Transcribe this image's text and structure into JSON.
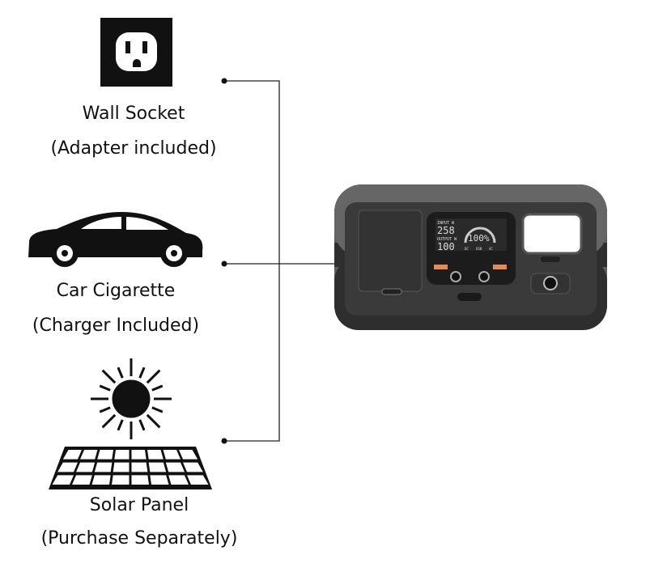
{
  "sources": [
    {
      "name": "Wall Socket",
      "note": "(Adapter included)",
      "icon": "wall-socket-icon"
    },
    {
      "name": "Car Cigarette",
      "note": "(Charger Included)",
      "icon": "car-icon"
    },
    {
      "name": "Solar Panel",
      "note": "(Purchase Separately)",
      "icon": "solar-panel-icon"
    }
  ],
  "device": {
    "input_label": "INPUT W",
    "input_value": "258",
    "output_label": "OUTPUT W",
    "output_value": "100",
    "battery_percent": "100%",
    "ports": [
      "DC",
      "USB",
      "AC"
    ]
  }
}
